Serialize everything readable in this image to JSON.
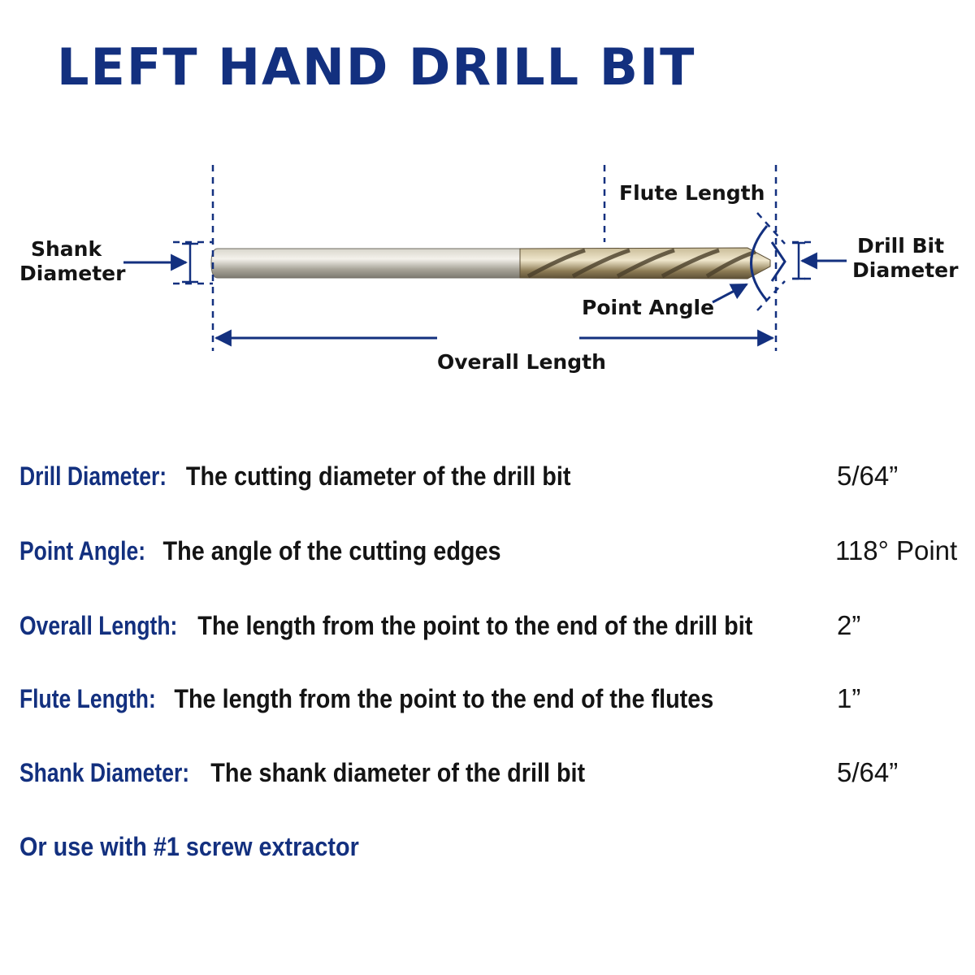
{
  "title": "LEFT HAND DRILL BIT",
  "diagram": {
    "labels": {
      "shank_diameter_line1": "Shank",
      "shank_diameter_line2": "Diameter",
      "flute_length": "Flute Length",
      "drill_bit_diameter_line1": "Drill Bit",
      "drill_bit_diameter_line2": "Diameter",
      "point_angle": "Point Angle",
      "overall_length": "Overall Length"
    },
    "colors": {
      "accent": "#13307f",
      "bit_metal": "#b8b3a4",
      "flute_metal": "#8a7a58"
    }
  },
  "specs": [
    {
      "term": "Drill Diameter:",
      "description": "The cutting diameter of the drill bit",
      "value": "5/64”"
    },
    {
      "term": "Point Angle:",
      "description": "The angle of the cutting edges",
      "value": "118° Point"
    },
    {
      "term": "Overall Length:",
      "description": "The length from the point to the end of the drill bit",
      "value": "2”"
    },
    {
      "term": "Flute Length:",
      "description": "The length from the point to the end of the flutes",
      "value": "1”"
    },
    {
      "term": "Shank Diameter:",
      "description": "The shank diameter of the drill bit",
      "value": "5/64”"
    }
  ],
  "footer_note": "Or use with #1 screw extractor"
}
